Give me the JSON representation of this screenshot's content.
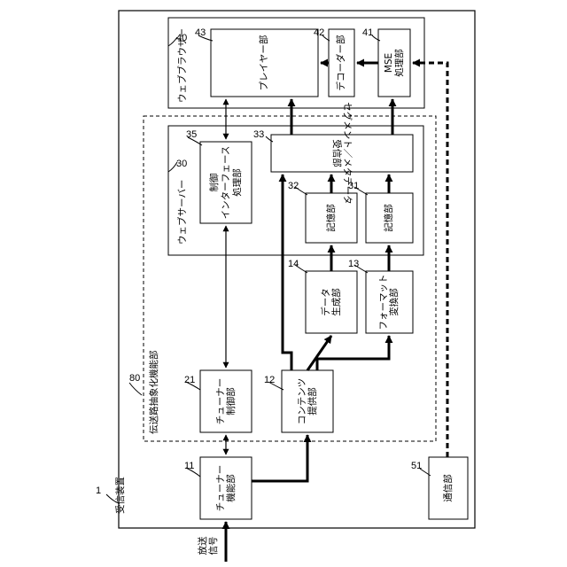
{
  "labels": {
    "device": "受信装置",
    "func_unit": "伝送路抽象化機能部",
    "web_server": "ウェブサーバー",
    "web_browser": "ウェブブラウザー",
    "player": "プレイヤー部",
    "decoder": "デコーダー部",
    "mse_1": "MSE",
    "mse_2": "処理部",
    "ctrl_if_1": "制御",
    "ctrl_if_2": "インターフェース",
    "ctrl_if_3": "処理部",
    "seg_1": "セグメント／メタデータ",
    "seg_2": "受信部",
    "storage_32": "記憶部",
    "storage_31": "記憶部",
    "datagen_1": "データ",
    "datagen_2": "生成部",
    "format_1": "フォーマット",
    "format_2": "変換部",
    "tuner_ctrl_1": "チューナー",
    "tuner_ctrl_2": "制御部",
    "content_1": "コンテンツ",
    "content_2": "提供部",
    "tuner_1": "チューナー",
    "tuner_2": "機能部",
    "comm": "通信部",
    "broadcast_1": "放送",
    "broadcast_2": "信号"
  },
  "numbers": {
    "n1": "1",
    "n11": "11",
    "n12": "12",
    "n13": "13",
    "n14": "14",
    "n21": "21",
    "n30": "30",
    "n31": "31",
    "n32": "32",
    "n33": "33",
    "n35": "35",
    "n40": "40",
    "n41": "41",
    "n42": "42",
    "n43": "43",
    "n51": "51",
    "n80": "80"
  }
}
